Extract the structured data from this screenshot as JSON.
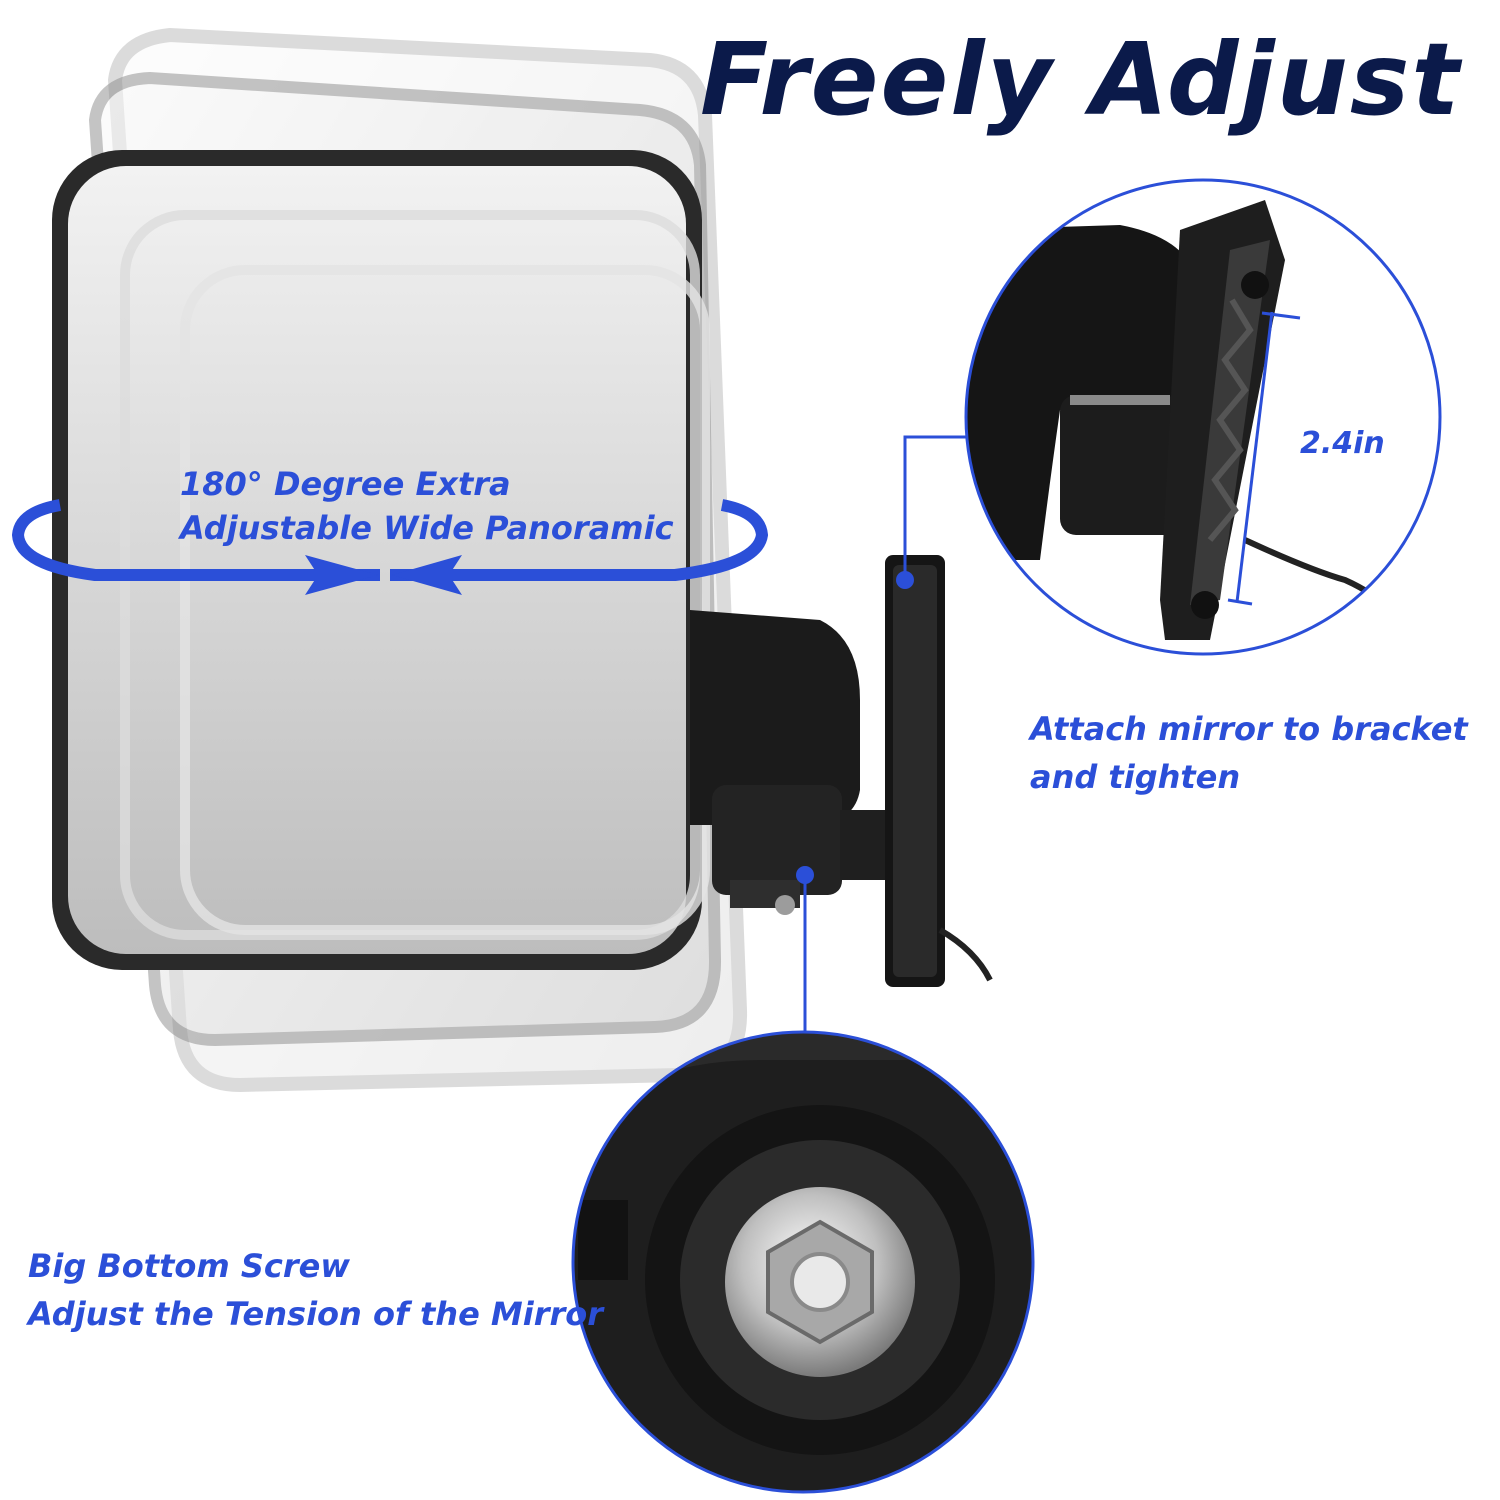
{
  "title": "Freely Adjust",
  "callouts": {
    "rotation": [
      "180° Degree Extra",
      "Adjustable Wide Panoramic"
    ],
    "attach": [
      "Attach mirror to bracket",
      "and tighten"
    ],
    "screw": [
      "Big Bottom Screw",
      "Adjust the Tension of the Mirror"
    ],
    "dimension": "2.4in"
  },
  "colors": {
    "title": "#0b1a4a",
    "accent": "#2b4fd8",
    "mirror_frame": "#2a2a2a",
    "mirror_glass": "#c9c9c9",
    "background": "#ffffff"
  }
}
